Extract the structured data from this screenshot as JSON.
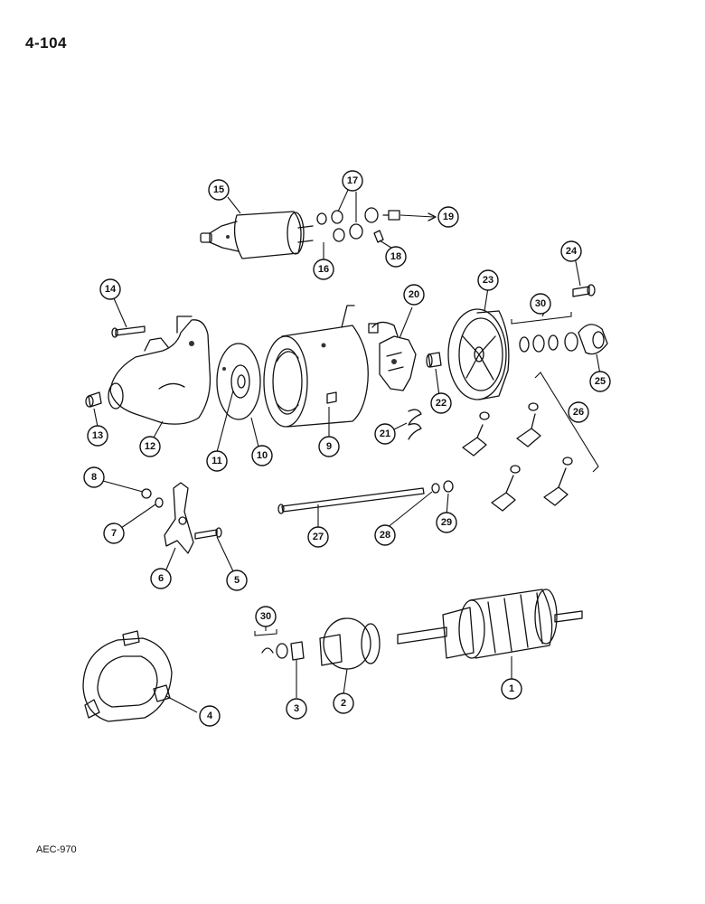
{
  "header": {
    "page_number": "4-104"
  },
  "footer": {
    "code": "AEC-970"
  },
  "callouts": [
    {
      "id": "c1",
      "label": "1"
    },
    {
      "id": "c2",
      "label": "2"
    },
    {
      "id": "c3",
      "label": "3"
    },
    {
      "id": "c4",
      "label": "4"
    },
    {
      "id": "c5",
      "label": "5"
    },
    {
      "id": "c6",
      "label": "6"
    },
    {
      "id": "c7",
      "label": "7"
    },
    {
      "id": "c8",
      "label": "8"
    },
    {
      "id": "c9",
      "label": "9"
    },
    {
      "id": "c10",
      "label": "10"
    },
    {
      "id": "c11",
      "label": "11"
    },
    {
      "id": "c12",
      "label": "12"
    },
    {
      "id": "c13",
      "label": "13"
    },
    {
      "id": "c14",
      "label": "14"
    },
    {
      "id": "c15",
      "label": "15"
    },
    {
      "id": "c16",
      "label": "16"
    },
    {
      "id": "c17",
      "label": "17"
    },
    {
      "id": "c18",
      "label": "18"
    },
    {
      "id": "c19",
      "label": "19"
    },
    {
      "id": "c20",
      "label": "20"
    },
    {
      "id": "c21",
      "label": "21"
    },
    {
      "id": "c22",
      "label": "22"
    },
    {
      "id": "c23",
      "label": "23"
    },
    {
      "id": "c24",
      "label": "24"
    },
    {
      "id": "c25",
      "label": "25"
    },
    {
      "id": "c26",
      "label": "26"
    },
    {
      "id": "c27",
      "label": "27"
    },
    {
      "id": "c28",
      "label": "28"
    },
    {
      "id": "c29",
      "label": "29"
    },
    {
      "id": "c30a",
      "label": "30"
    },
    {
      "id": "c30b",
      "label": "30"
    }
  ]
}
